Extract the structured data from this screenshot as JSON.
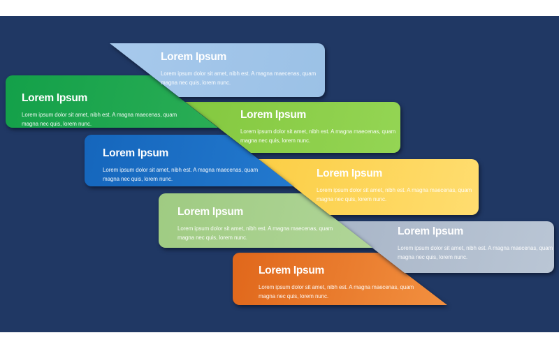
{
  "slide": {
    "background": "#203864",
    "margin_color": "#ffffff"
  },
  "steps": [
    {
      "name": "step-1",
      "color": "light-blue",
      "fill": "#a7c9ec",
      "fill2": "#9bc1e6",
      "title": "Lorem Ipsum",
      "body_line1": "Lorem ipsum dolor sit amet, nibh est. A magna maecenas, quam",
      "body_line2": "magna nec quis, lorem nunc."
    },
    {
      "name": "step-2",
      "color": "green",
      "fill": "#13a049",
      "fill2": "#2aad55",
      "title": "Lorem Ipsum",
      "body_line1": "Lorem ipsum dolor sit amet, nibh est. A magna maecenas, quam",
      "body_line2": "magna nec quis, lorem nunc."
    },
    {
      "name": "step-3",
      "color": "yellow-green",
      "fill": "#84c83f",
      "fill2": "#94d554",
      "title": "Lorem Ipsum",
      "body_line1": "Lorem ipsum dolor sit amet, nibh est. A magna maecenas, quam",
      "body_line2": "magna nec quis, lorem nunc."
    },
    {
      "name": "step-4",
      "color": "blue",
      "fill": "#1566bc",
      "fill2": "#2379ce",
      "title": "Lorem Ipsum",
      "body_line1": "Lorem ipsum dolor sit amet, nibh est. A magna maecenas, quam",
      "body_line2": "magna nec quis, lorem nunc."
    },
    {
      "name": "step-5",
      "color": "yellow",
      "fill": "#fbce45",
      "fill2": "#ffdd70",
      "title": "Lorem Ipsum",
      "body_line1": "Lorem ipsum dolor sit amet, nibh est. A magna maecenas, quam",
      "body_line2": "magna nec quis, lorem nunc."
    },
    {
      "name": "step-6",
      "color": "sage-green",
      "fill": "#9fcb82",
      "fill2": "#b0d598",
      "title": "Lorem Ipsum",
      "body_line1": "Lorem ipsum dolor sit amet, nibh est. A magna maecenas, quam",
      "body_line2": "magna nec quis, lorem nunc."
    },
    {
      "name": "step-7",
      "color": "gray",
      "fill": "#a9b6c8",
      "fill2": "#bac6d5",
      "title": "Lorem Ipsum",
      "body_line1": "Lorem ipsum dolor sit amet, nibh est. A magna maecenas, quam",
      "body_line2": "magna nec quis, lorem nunc."
    },
    {
      "name": "step-8",
      "color": "orange",
      "fill": "#e0671b",
      "fill2": "#f29040",
      "title": "Lorem Ipsum",
      "body_line1": "Lorem ipsum dolor sit amet, nibh est. A magna maecenas, quam",
      "body_line2": "magna nec quis, lorem nunc."
    }
  ]
}
